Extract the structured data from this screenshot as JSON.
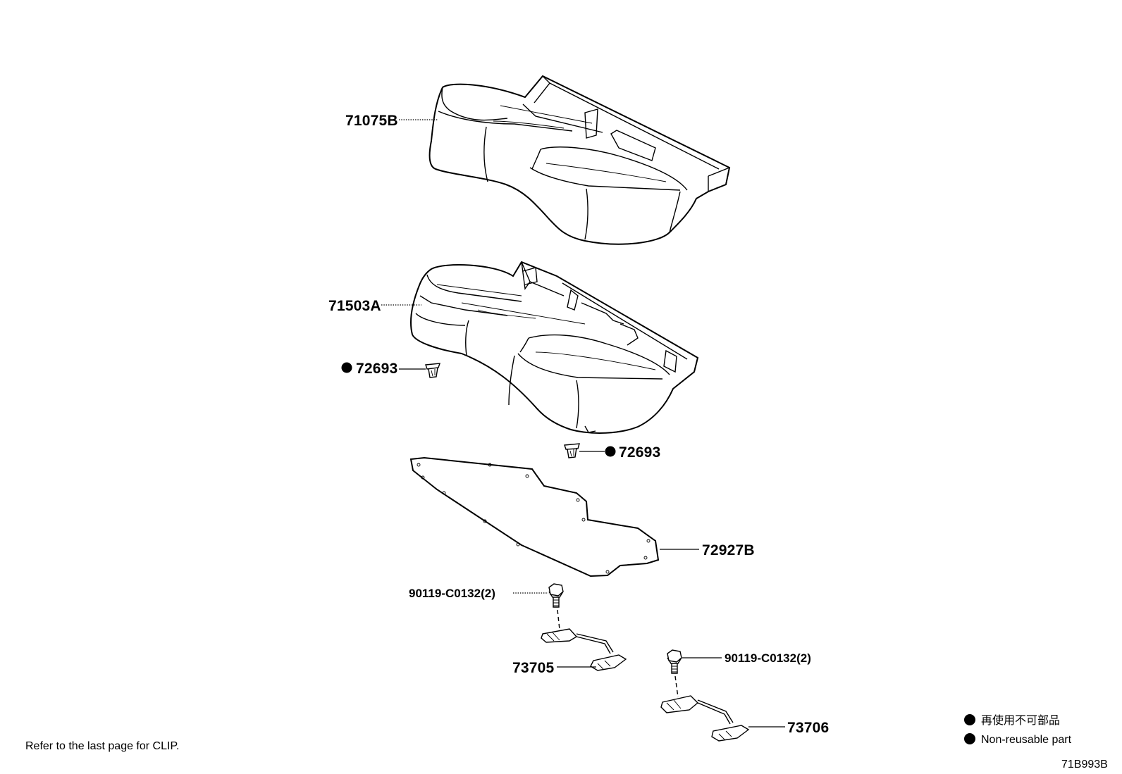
{
  "parts": {
    "seat_cover": "71075B",
    "seat_cushion_pad": "71503A",
    "clip_upper": "72693",
    "clip_lower": "72693",
    "bottom_board": "72927B",
    "bolt_upper": "90119-C0132(2)",
    "hook_left": "73705",
    "bolt_lower": "90119-C0132(2)",
    "hook_right": "73706"
  },
  "legend": {
    "line_jp": "再使用不可部品",
    "line_en": "Non-reusable part"
  },
  "footer": {
    "note": "Refer to the last page for CLIP.",
    "diagram_id": "71B993B"
  }
}
